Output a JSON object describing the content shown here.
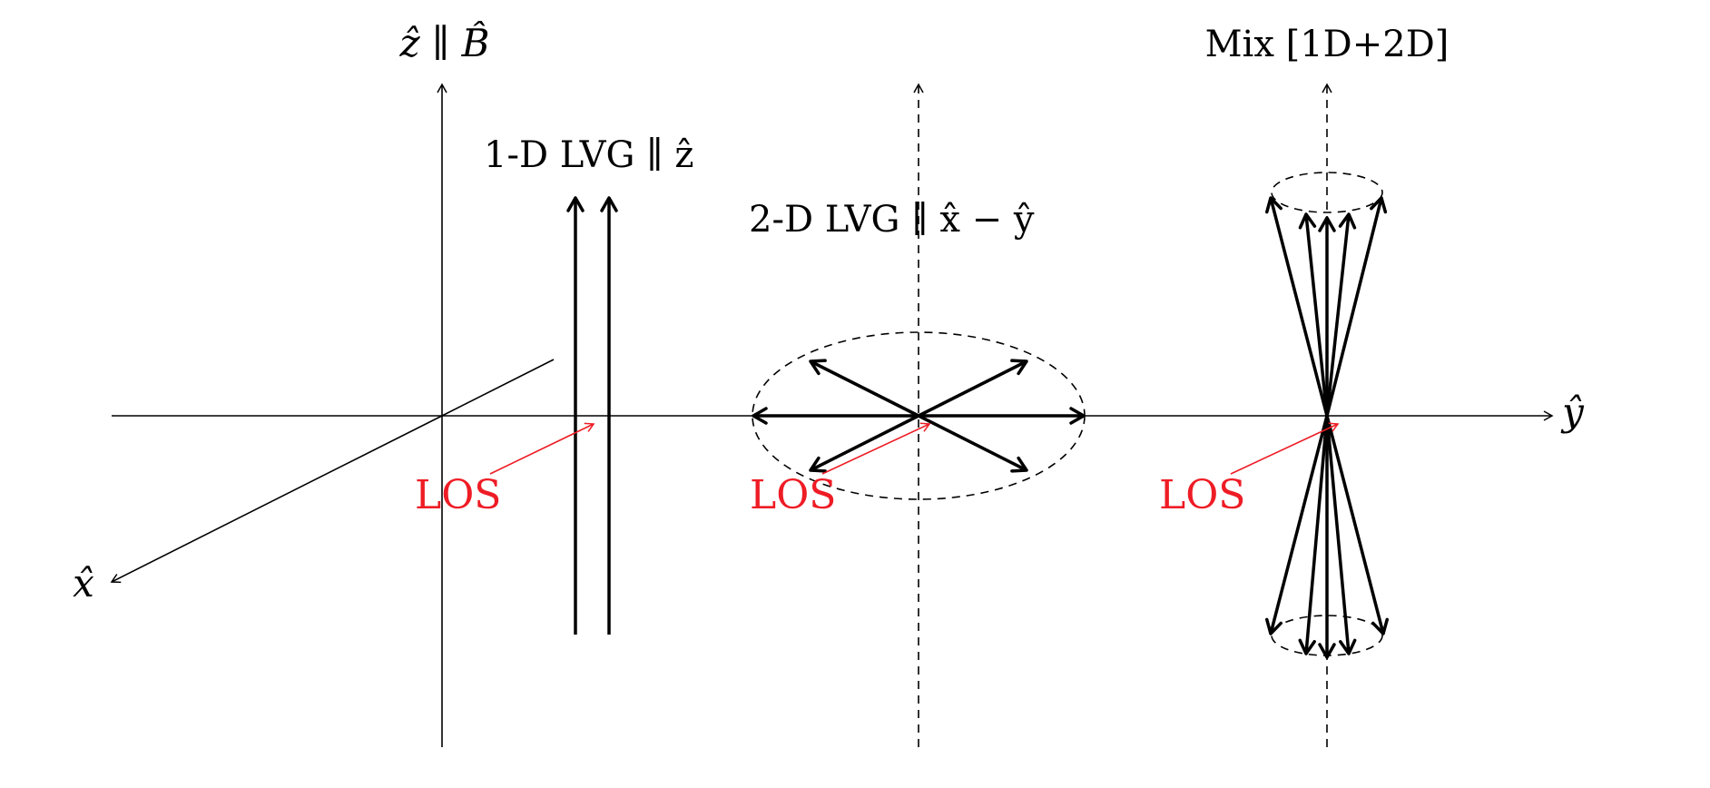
{
  "axes": {
    "z_label": "ẑ ∥ B̂",
    "y_label": "ŷ",
    "x_label": "x̂"
  },
  "panels": {
    "one_d": {
      "title": "1-D LVG ∥ ẑ"
    },
    "two_d": {
      "title": "2-D LVG ∥ x̂ − ŷ"
    },
    "mix": {
      "title": "Mix [1D+2D]"
    }
  },
  "los": {
    "label": "LOS",
    "color": "#ee1c25"
  },
  "colors": {
    "ink": "#000000",
    "los": "#ee1c25"
  }
}
